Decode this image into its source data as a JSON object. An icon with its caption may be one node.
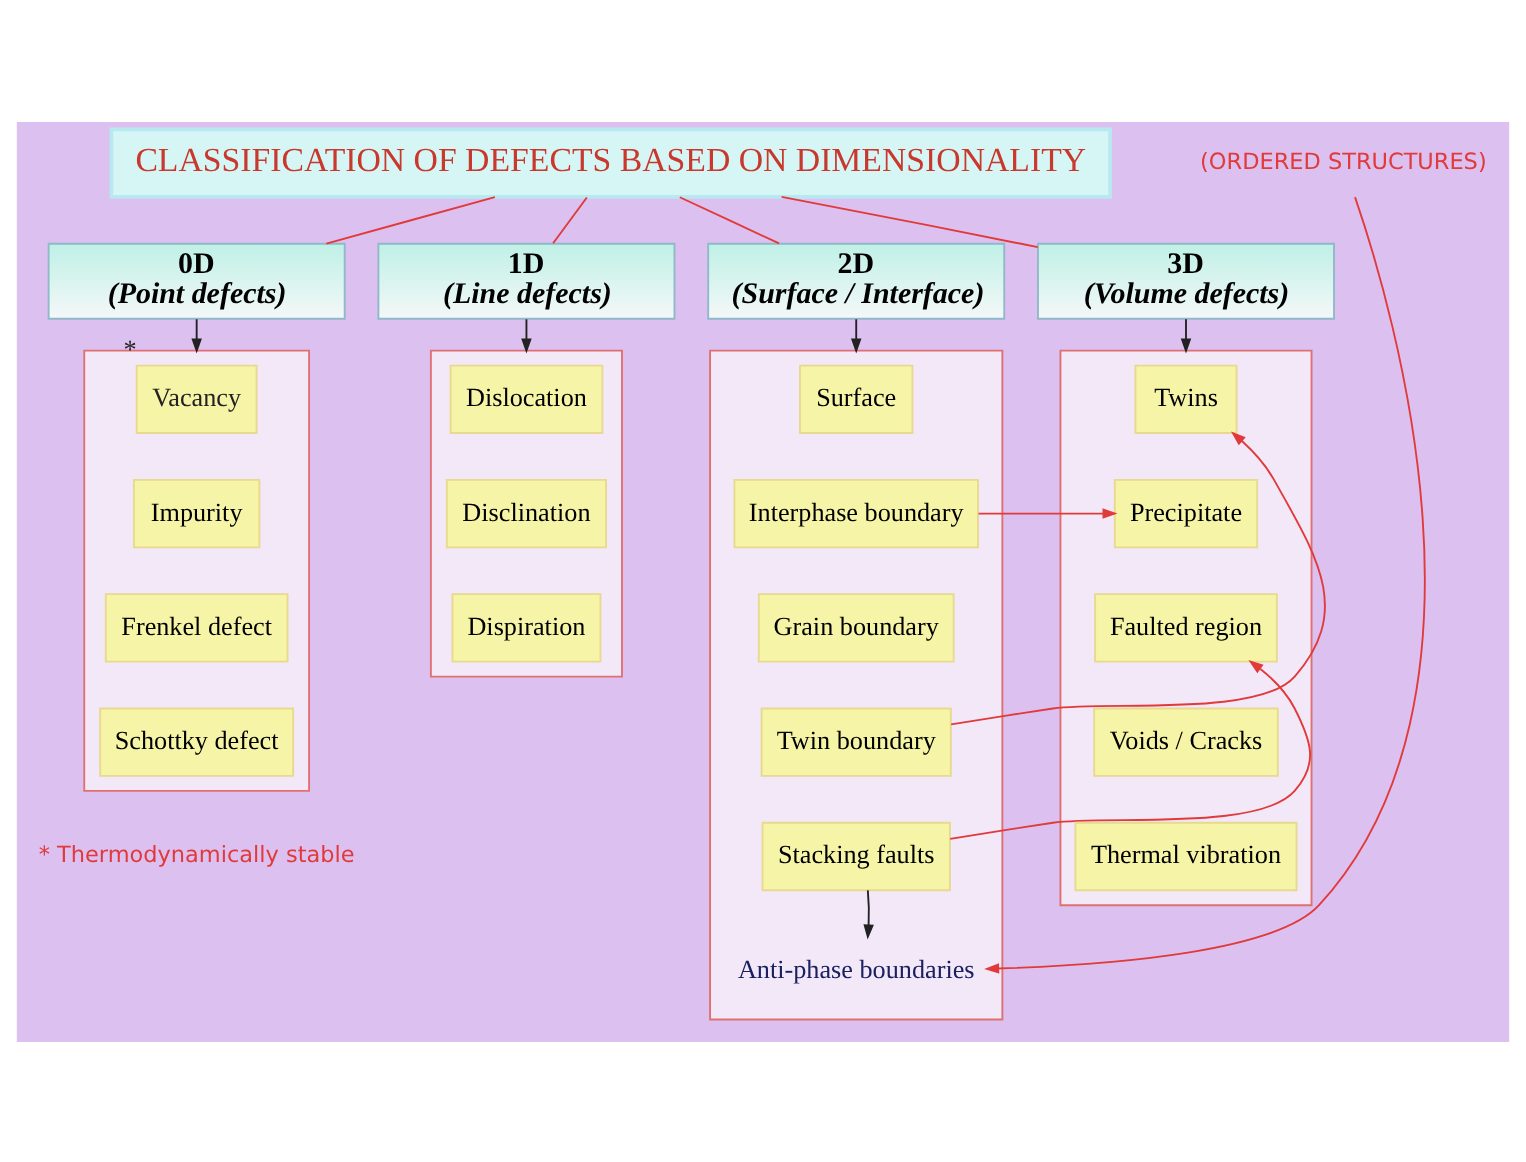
{
  "diagram": {
    "nodes": [
      {
        "text": [
          "CLASSIFICATION OF DEFECTS BASED ON DIMENSIONALITY"
        ]
      },
      {
        "text": [
          "0D",
          "(Point defects)"
        ]
      },
      {
        "text": [
          "1D",
          "(Line defects)"
        ]
      },
      {
        "text": [
          "2D",
          "(Surface / Interface)"
        ]
      },
      {
        "text": [
          "3D",
          "(Volume defects)"
        ]
      },
      {
        "text": [],
        "shape": "box"
      },
      {
        "text": [
          "Vacancy"
        ],
        "in": 5,
        "beside": [
          "*"
        ]
      },
      {
        "text": [
          "Impurity"
        ],
        "in": 5
      },
      {
        "text": [
          "Frenkel defect"
        ],
        "in": 5
      },
      {
        "text": [
          "Schottky defect"
        ],
        "in": 5
      },
      {
        "text": [],
        "shape": "box"
      },
      {
        "text": [
          "Dislocation"
        ],
        "in": 10
      },
      {
        "text": [
          "Disclination"
        ],
        "in": 10
      },
      {
        "text": [
          "Dispiration"
        ],
        "in": 10
      },
      {
        "text": [],
        "shape": "box"
      },
      {
        "text": [
          "Surface"
        ],
        "in": 14
      },
      {
        "text": [
          "Interphase boundary"
        ],
        "in": 14
      },
      {
        "text": [
          "Grain boundary"
        ],
        "in": 14
      },
      {
        "text": [
          "Twin boundary"
        ],
        "in": 14
      },
      {
        "text": [
          "Stacking faults"
        ],
        "in": 14
      },
      {
        "text": [
          "Anti-phase boundaries"
        ],
        "in": 14
      },
      {
        "text": [],
        "shape": "box"
      },
      {
        "text": [
          "Twins"
        ],
        "in": 21
      },
      {
        "text": [
          "Precipitate"
        ],
        "in": 21
      },
      {
        "text": [
          "Faulted region"
        ],
        "in": 21
      },
      {
        "text": [
          "Voids / Cracks"
        ],
        "in": 21
      },
      {
        "text": [
          "Thermal vibration"
        ],
        "in": 21
      },
      {
        "text": [
          "(ORDERED STRUCTURES)"
        ]
      }
    ],
    "edges": [
      {
        "from": 0,
        "to": 1,
        "arrow": "none"
      },
      {
        "from": 0,
        "to": 2,
        "arrow": "none"
      },
      {
        "from": 0,
        "to": 3,
        "arrow": "none"
      },
      {
        "from": 0,
        "to": 4,
        "arrow": "none"
      },
      {
        "from": 1,
        "to": 5,
        "arrow": "to",
        "color": "#222222"
      },
      {
        "from": 2,
        "to": 10,
        "arrow": "to",
        "color": "#222222"
      },
      {
        "from": 3,
        "to": 14,
        "arrow": "to",
        "color": "#222222"
      },
      {
        "from": 4,
        "to": 21,
        "arrow": "to",
        "color": "#222222"
      },
      {
        "from": 19,
        "to": 20,
        "arrow": "to",
        "color": "#222222"
      },
      {
        "from": 16,
        "to": 23,
        "arrow": "to"
      },
      {
        "from": 18,
        "to": 22,
        "arrow": "to"
      },
      {
        "from": 19,
        "to": 24,
        "arrow": "to"
      },
      {
        "from": 27,
        "to": 20,
        "arrow": "to"
      }
    ],
    "labels": [
      "* Thermodynamically stable"
    ]
  }
}
